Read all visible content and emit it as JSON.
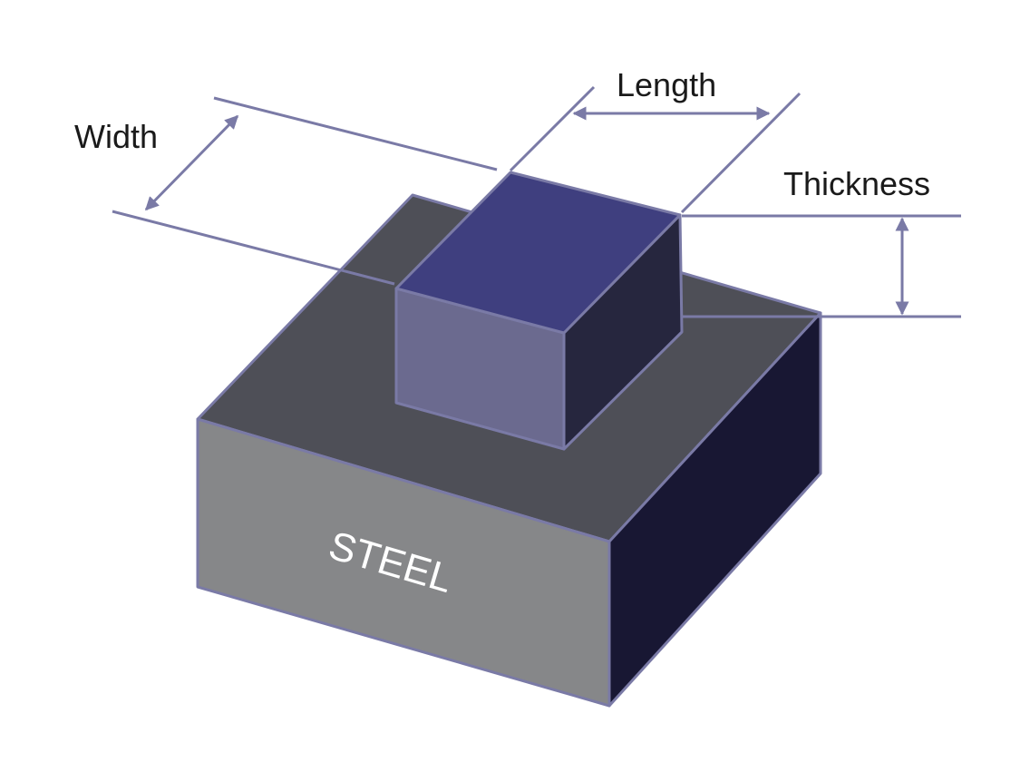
{
  "labels": {
    "width": "Width",
    "length": "Length",
    "thickness": "Thickness",
    "material": "STEEL"
  },
  "colors": {
    "steel_top": "#4e4f57",
    "steel_front": "#868789",
    "steel_side": "#181733",
    "steel_edge": "#7a7aa6",
    "block_top": "#3f3f7f",
    "block_front": "#6b6a8f",
    "block_side": "#26263e",
    "dimension_line": "#7a7aa6"
  }
}
